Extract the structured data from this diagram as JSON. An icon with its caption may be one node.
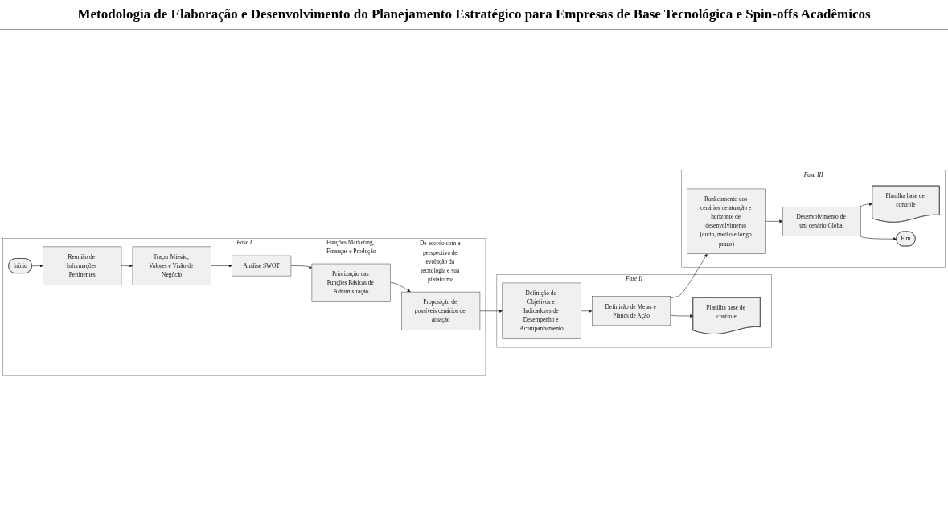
{
  "diagram": {
    "title": "Metodologia de Elaboração e Desenvolvimento do Planejamento Estratégico para Empresas de Base Tecnológica e Spin-offs Acadêmicos",
    "nodes": [
      {
        "text": [
          "Fase I"
        ]
      },
      {
        "text": [
          "Início"
        ],
        "in": 0
      },
      {
        "text": [
          "Reunião de Informações Pertinentes"
        ],
        "in": 0
      },
      {
        "text": [
          "Traçar Missão, Valores e Visão de Negócio"
        ],
        "in": 0
      },
      {
        "text": [
          "Análise SWOT"
        ],
        "in": 0
      },
      {
        "text": [
          "Priorização das Funções Básicas de Administração"
        ],
        "in": 0,
        "beside": [
          "Funções Marketing, Finanças e Produção"
        ]
      },
      {
        "text": [
          "Proposição de possíveis cenários de atuação"
        ],
        "in": 0,
        "beside": [
          "De acordo com a perspectiva de evolução da tecnologia e sua plataforma"
        ]
      },
      {
        "text": [
          "Fase II"
        ]
      },
      {
        "text": [
          "Definição de Objetivos e Indicadores de Desempenho e Acompanhamento"
        ],
        "in": 7
      },
      {
        "text": [
          "Definição de Metas e Planos de Ação"
        ],
        "in": 7
      },
      {
        "text": [
          "Planilha base de controle"
        ],
        "in": 7
      },
      {
        "text": [
          "Fase III"
        ]
      },
      {
        "text": [
          "Rankeamento dos cenários de atuação e horizonte de desenvolvimento (curto, médio e longo prazo)"
        ],
        "in": 11
      },
      {
        "text": [
          "Desenvolvimento de um cenário Global"
        ],
        "in": 11
      },
      {
        "text": [
          "Planilha base de controle"
        ],
        "in": 11
      },
      {
        "text": [
          "Fim"
        ],
        "in": 11
      }
    ],
    "edges": [
      {
        "from": 1,
        "to": 2,
        "arrow": "to"
      },
      {
        "from": 2,
        "to": 3,
        "arrow": "to"
      },
      {
        "from": 3,
        "to": 4,
        "arrow": "to"
      },
      {
        "from": 4,
        "to": 5,
        "arrow": "to"
      },
      {
        "from": 5,
        "to": 6,
        "arrow": "to"
      },
      {
        "from": 6,
        "to": 8,
        "arrow": "to"
      },
      {
        "from": 8,
        "to": 9,
        "arrow": "to"
      },
      {
        "from": 9,
        "to": 10,
        "arrow": "to"
      },
      {
        "from": 9,
        "to": 12,
        "arrow": "to"
      },
      {
        "from": 12,
        "to": 13,
        "arrow": "to"
      },
      {
        "from": 13,
        "to": 14,
        "arrow": "to"
      },
      {
        "from": 13,
        "to": 15,
        "arrow": "to"
      }
    ]
  }
}
